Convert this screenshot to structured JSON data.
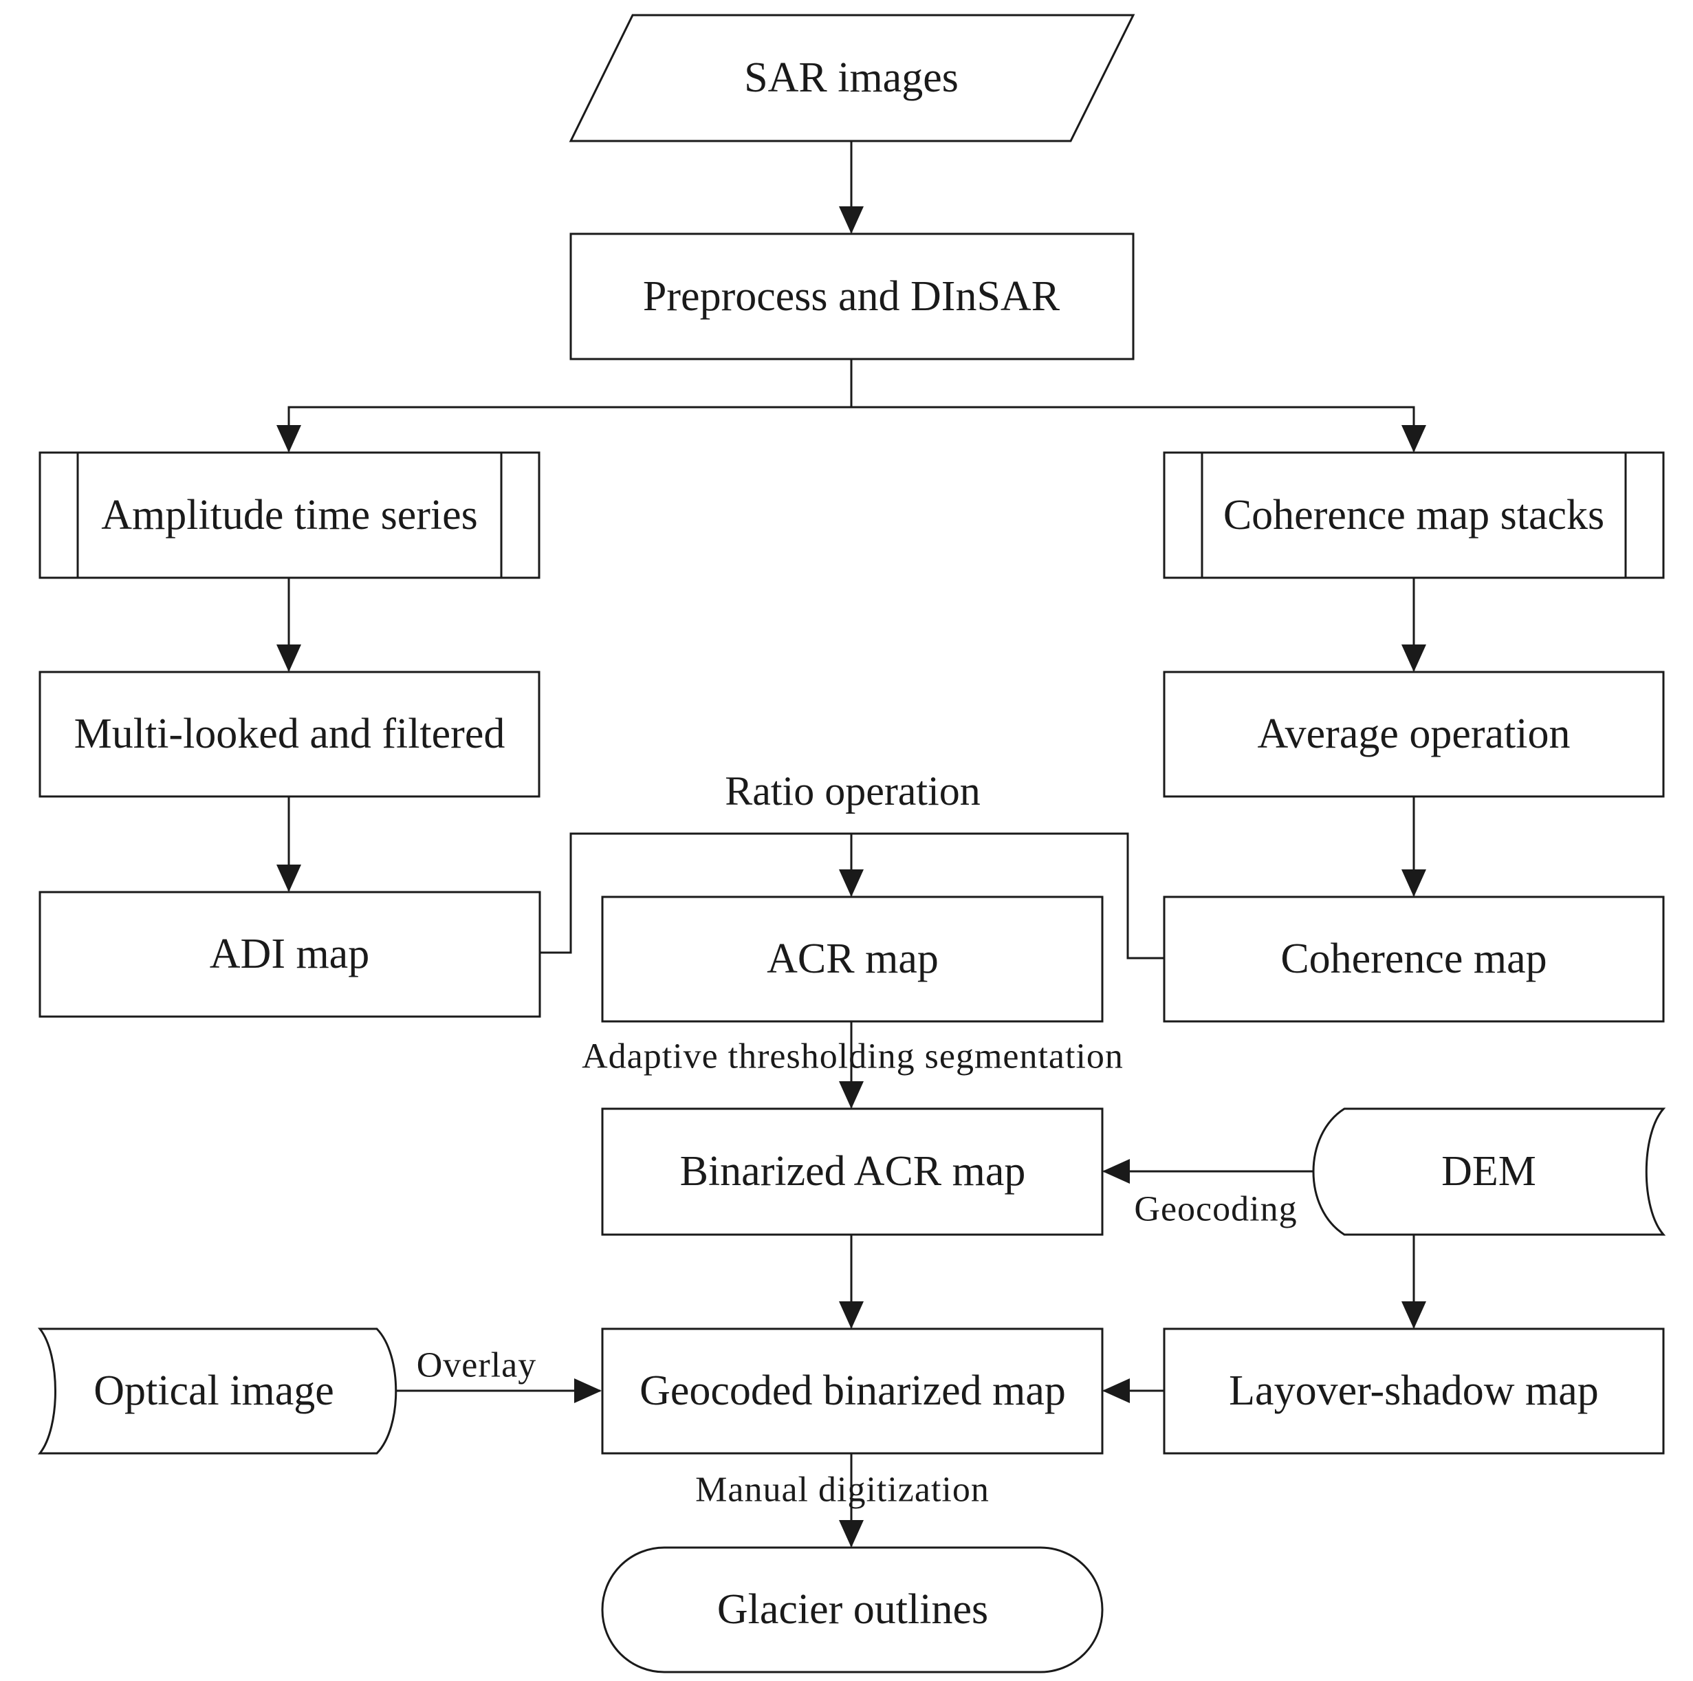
{
  "nodes": {
    "sar_images": "SAR images",
    "preprocess": "Preprocess and DInSAR",
    "amplitude": "Amplitude time series",
    "coherence_stacks": "Coherence map stacks",
    "multilooked": "Multi-looked and filtered",
    "average": "Average operation",
    "adi": "ADI map",
    "acr": "ACR map",
    "coherence_map": "Coherence map",
    "binarized": "Binarized ACR map",
    "dem": "DEM",
    "optical": "Optical image",
    "geocoded": "Geocoded binarized map",
    "layover": "Layover-shadow map",
    "glacier": "Glacier outlines"
  },
  "edge_labels": {
    "ratio": "Ratio operation",
    "adaptive": "Adaptive thresholding segmentation",
    "geocoding": "Geocoding",
    "overlay": "Overlay",
    "manual": "Manual digitization"
  },
  "colors": {
    "stroke": "#1a1a1a",
    "fill": "#ffffff",
    "text": "#1a1a1a"
  }
}
